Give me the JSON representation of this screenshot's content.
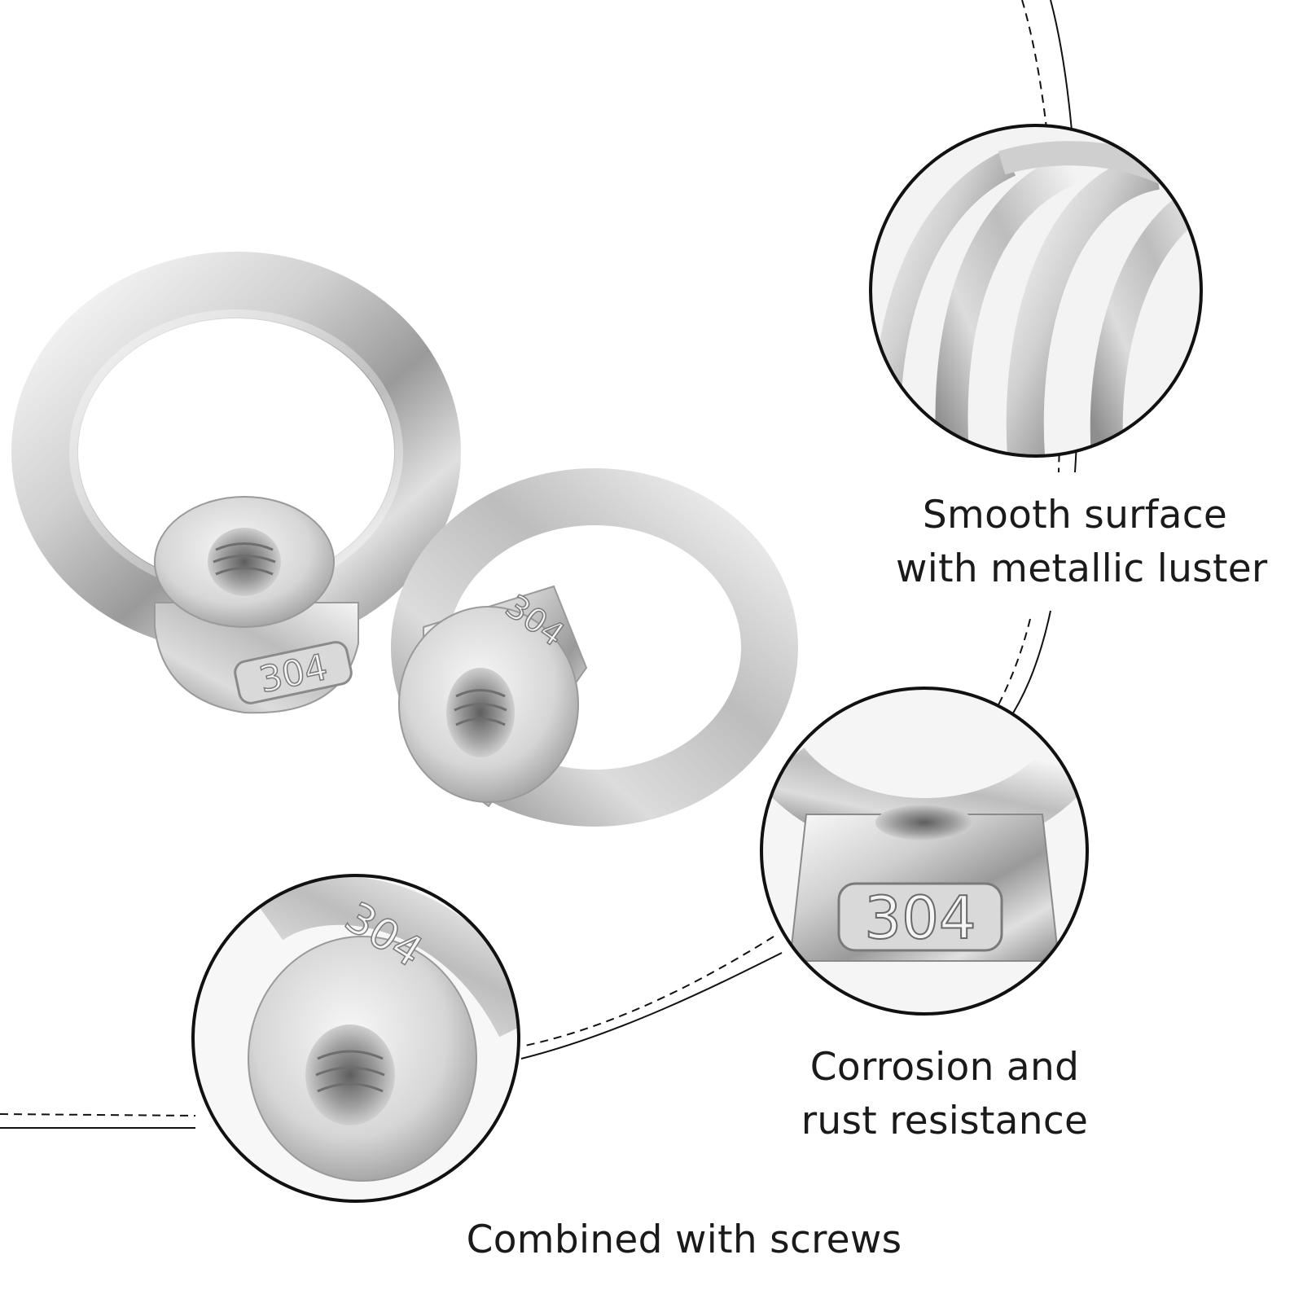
{
  "product": {
    "material_grade": "304"
  },
  "features": [
    {
      "lines": [
        "Smooth surface",
        "with metallic luster"
      ]
    },
    {
      "lines": [
        "Corrosion and",
        "rust resistance"
      ]
    },
    {
      "lines": [
        "Combined with screws"
      ]
    }
  ],
  "colors": {
    "background": "#ffffff",
    "metal_light": "#f2f2f2",
    "metal_mid": "#c4c4c4",
    "metal_dark": "#7a7a7a",
    "outline": "#111111"
  }
}
